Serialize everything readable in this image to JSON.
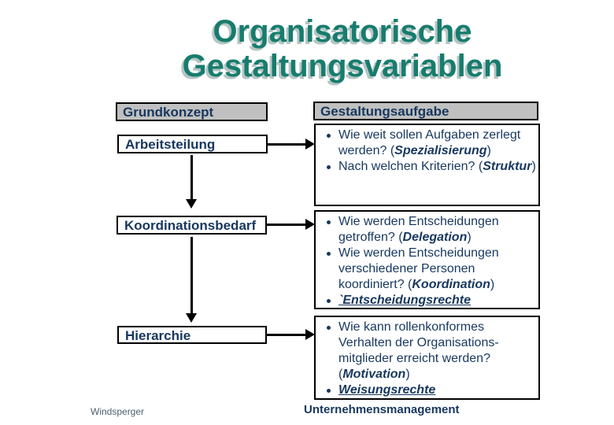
{
  "title": {
    "text": "Organisatorische\nGestaltungsvariablen"
  },
  "colors": {
    "title_teal": "#177C6E",
    "title_shadow": "#B5C6C3",
    "text_navy": "#17375E",
    "header_fill": "#C0C0C0",
    "border_black": "#000000"
  },
  "left_column": {
    "header": "Grundkonzept",
    "items": [
      {
        "label": "Arbeitsteilung"
      },
      {
        "label": "Koordinationsbedarf"
      },
      {
        "label": "Hierarchie"
      }
    ]
  },
  "right_column": {
    "header": "Gestaltungsaufgabe",
    "boxes": [
      {
        "bullets": [
          [
            {
              "t": "Wie weit sollen Aufgaben zerlegt werden? "
            },
            {
              "t": "("
            },
            {
              "t": "Spezialisierung",
              "s": "bi"
            },
            {
              "t": ")"
            }
          ],
          [
            {
              "t": "Nach welchen Kriterien? "
            },
            {
              "t": "("
            },
            {
              "t": "Struktur",
              "s": "bi"
            },
            {
              "t": ")"
            }
          ]
        ]
      },
      {
        "bullets": [
          [
            {
              "t": "Wie werden Entscheidungen getroffen? "
            },
            {
              "t": "("
            },
            {
              "t": "Delegation",
              "s": "bi"
            },
            {
              "t": ")"
            }
          ],
          [
            {
              "t": "Wie werden Entscheidungen verschiedener Personen koordiniert? "
            },
            {
              "t": "("
            },
            {
              "t": "Koordination",
              "s": "bi"
            },
            {
              "t": ")"
            }
          ],
          [
            {
              "t": "`Entscheidungsrechte",
              "s": "biu"
            }
          ]
        ]
      },
      {
        "bullets": [
          [
            {
              "t": "Wie kann rollenkonformes Verhalten der Organisations-mitglieder erreicht werden? "
            },
            {
              "t": "("
            },
            {
              "t": "Motivation",
              "s": "bi"
            },
            {
              "t": ")"
            }
          ],
          [
            {
              "t": "Weisungsrechte",
              "s": "biu"
            }
          ]
        ]
      }
    ]
  },
  "footer": {
    "author": "Windsperger",
    "course": "Unternehmensmanagement"
  }
}
